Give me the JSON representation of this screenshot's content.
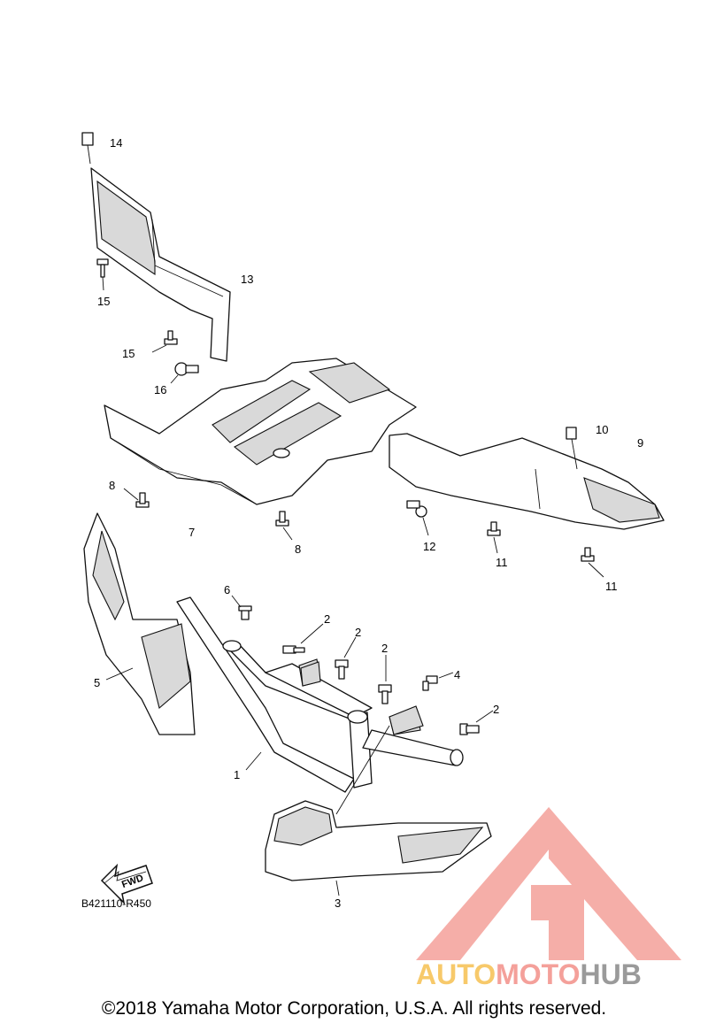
{
  "callouts": [
    {
      "id": "c1",
      "label": "1"
    },
    {
      "id": "c2a",
      "label": "2"
    },
    {
      "id": "c2b",
      "label": "2"
    },
    {
      "id": "c2c",
      "label": "2"
    },
    {
      "id": "c2d",
      "label": "2"
    },
    {
      "id": "c3",
      "label": "3"
    },
    {
      "id": "c4",
      "label": "4"
    },
    {
      "id": "c5",
      "label": "5"
    },
    {
      "id": "c6",
      "label": "6"
    },
    {
      "id": "c7",
      "label": "7"
    },
    {
      "id": "c8a",
      "label": "8"
    },
    {
      "id": "c8b",
      "label": "8"
    },
    {
      "id": "c9",
      "label": "9"
    },
    {
      "id": "c10",
      "label": "10"
    },
    {
      "id": "c11a",
      "label": "11"
    },
    {
      "id": "c11b",
      "label": "11"
    },
    {
      "id": "c12",
      "label": "12"
    },
    {
      "id": "c13",
      "label": "13"
    },
    {
      "id": "c14",
      "label": "14"
    },
    {
      "id": "c15a",
      "label": "15"
    },
    {
      "id": "c15b",
      "label": "15"
    },
    {
      "id": "c16",
      "label": "16"
    }
  ],
  "fwd_arrow_label": "FWD",
  "diagram_code": "B421110-R450",
  "watermark": {
    "part_a": "AUTO",
    "part_b": "MOTO",
    "part_c": "HUB",
    "colors": {
      "part_a": "#f7c96a",
      "part_b": "#f4a09a",
      "part_c": "#9a9a9a",
      "logo": "#f4a09a"
    }
  },
  "copyright": "©2018 Yamaha Motor Corporation, U.S.A. All rights reserved."
}
